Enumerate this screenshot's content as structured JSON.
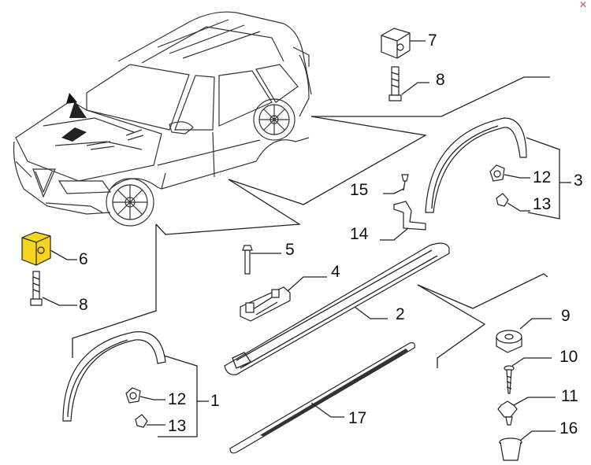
{
  "callouts": [
    {
      "id": "7",
      "label": "7"
    },
    {
      "id": "8a",
      "label": "8"
    },
    {
      "id": "12a",
      "label": "12"
    },
    {
      "id": "3",
      "label": "3"
    },
    {
      "id": "13a",
      "label": "13"
    },
    {
      "id": "15",
      "label": "15"
    },
    {
      "id": "14",
      "label": "14"
    },
    {
      "id": "6",
      "label": "6"
    },
    {
      "id": "5",
      "label": "5"
    },
    {
      "id": "8b",
      "label": "8"
    },
    {
      "id": "4",
      "label": "4"
    },
    {
      "id": "2",
      "label": "2"
    },
    {
      "id": "9",
      "label": "9"
    },
    {
      "id": "10",
      "label": "10"
    },
    {
      "id": "12b",
      "label": "12"
    },
    {
      "id": "1",
      "label": "1"
    },
    {
      "id": "11",
      "label": "11"
    },
    {
      "id": "13b",
      "label": "13"
    },
    {
      "id": "17",
      "label": "17"
    },
    {
      "id": "16",
      "label": "16"
    }
  ],
  "icons": {
    "close": "close-icon"
  },
  "colors": {
    "line": "#222222",
    "part_fill": "#f2f2f2",
    "highlight_yellow": "#f5d51e",
    "close": "#d9534f"
  }
}
